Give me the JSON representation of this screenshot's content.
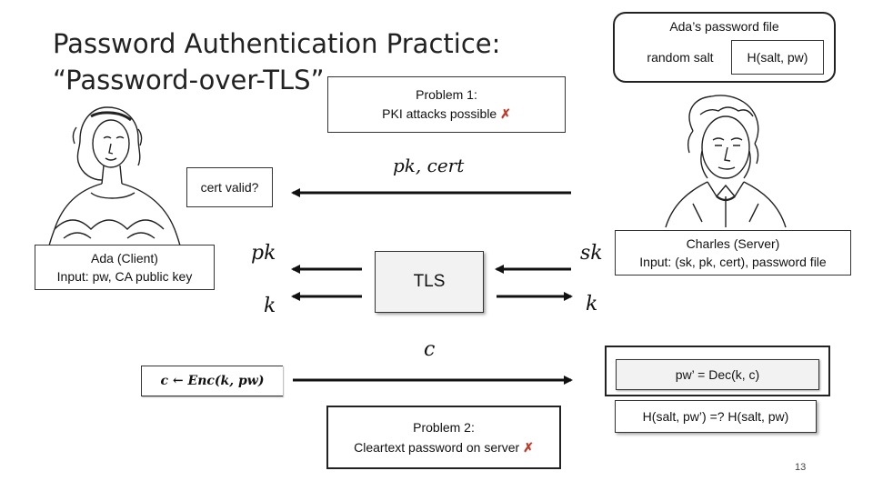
{
  "title": {
    "line1": "Password Authentication Practice:",
    "line2": "“Password-over-TLS”"
  },
  "password_file": {
    "label": "Ada’s password file",
    "salt": "random salt",
    "hash": "H(salt, pw)"
  },
  "problem1": {
    "line1": "Problem 1:",
    "line2": "PKI attacks possible",
    "mark": "✗"
  },
  "problem2": {
    "line1": "Problem 2:",
    "line2": "Cleartext password on server",
    "mark": "✗"
  },
  "cert_valid": "cert valid?",
  "client": {
    "name": "Ada (Client)",
    "input": "Input: pw, CA public key"
  },
  "server": {
    "name": "Charles (Server)",
    "input": "Input: (sk, pk, cert), password file"
  },
  "messages": {
    "pk_cert": "pk, cert",
    "pk": "pk",
    "sk": "sk",
    "k_left": "k",
    "k_right": "k",
    "c": "c",
    "tls": "TLS",
    "enc": "c ← Enc(k, pw)",
    "dec": "pw’ = Dec(k, c)",
    "check": "H(salt, pw’) =? H(salt, pw)"
  },
  "page_number": "13",
  "colors": {
    "mark": "#c0392b",
    "box_fill": "#f2f2f2"
  }
}
